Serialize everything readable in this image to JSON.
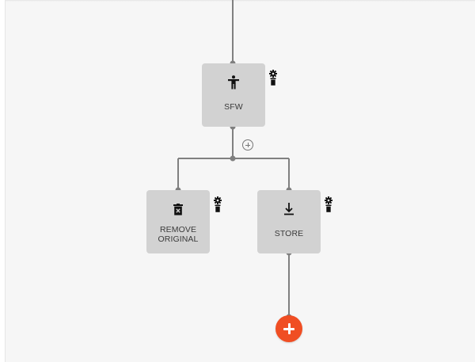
{
  "workflow": {
    "nodes": {
      "sfw": {
        "label": "SFW",
        "icon": "accessibility-icon"
      },
      "remove_original": {
        "label": "REMOVE\nORIGINAL",
        "icon": "delete-icon"
      },
      "store": {
        "label": "STORE",
        "icon": "download-icon"
      }
    },
    "node_actions": [
      "gear-icon",
      "trash-icon"
    ],
    "add_branch_icon": "circled-plus-icon",
    "add_node_button_icon": "plus-icon"
  },
  "colors": {
    "canvas_background": "#f6f6f6",
    "node_background": "#d2d2d2",
    "connector": "#808080",
    "add_button": "#f04e23"
  }
}
